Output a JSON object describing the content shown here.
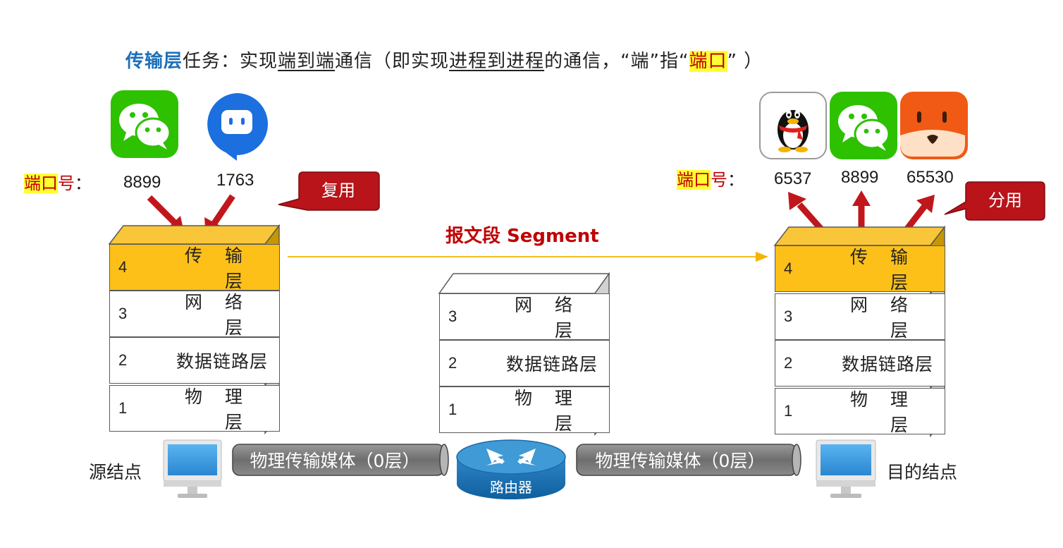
{
  "title": {
    "part1": "传输层",
    "part2": "任务：实现",
    "part3": "端到端",
    "part4": "通信（即实现",
    "part5": "进程到进程",
    "part6": "的通信，“端”指“",
    "part7": "端口",
    "part8": "” ）"
  },
  "source": {
    "port_label_hl": "端口",
    "port_label_rest": "号",
    "port_label_colon": "：",
    "ports": [
      "8899",
      "1763"
    ],
    "apps": [
      "wechat-icon",
      "chat-pin-icon"
    ],
    "callout": "复用",
    "node_label": "源结点"
  },
  "destination": {
    "port_label_hl": "端口",
    "port_label_rest": "号",
    "port_label_colon": "：",
    "ports": [
      "6537",
      "8899",
      "65530"
    ],
    "apps": [
      "qq-penguin-icon",
      "wechat-icon",
      "fox-icon"
    ],
    "callout": "分用",
    "node_label": "目的结点"
  },
  "segment_label": "报文段 Segment",
  "layers": {
    "host": [
      {
        "num": "4",
        "name": "传 输 层"
      },
      {
        "num": "3",
        "name": "网 络 层"
      },
      {
        "num": "2",
        "name": "数据链路层"
      },
      {
        "num": "1",
        "name": "物 理 层"
      }
    ],
    "router": [
      {
        "num": "3",
        "name": "网 络 层"
      },
      {
        "num": "2",
        "name": "数据链路层"
      },
      {
        "num": "1",
        "name": "物 理 层"
      }
    ]
  },
  "media": {
    "left": "物理传输媒体（0层）",
    "right": "物理传输媒体（0层）"
  },
  "router_label": "路由器",
  "colors": {
    "accent_blue": "#1d6fb8",
    "highlight_yellow": "#ffff33",
    "red": "#c00000",
    "transport_layer": "#fcc019",
    "arrow_red": "#c0171c"
  }
}
